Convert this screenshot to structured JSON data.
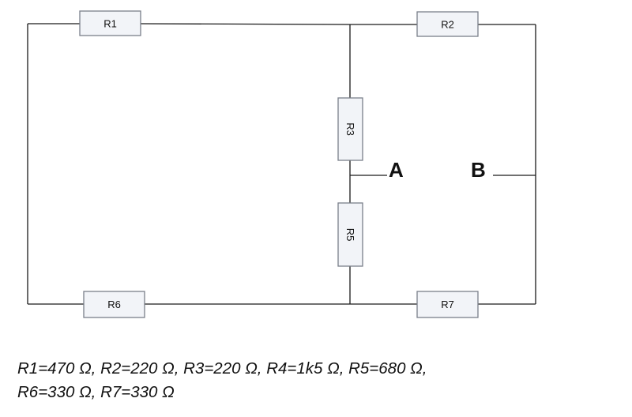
{
  "diagram": {
    "resistors": {
      "r1": "R1",
      "r2": "R2",
      "r3": "R3",
      "r5": "R5",
      "r6": "R6",
      "r7": "R7"
    },
    "nodes": {
      "a": "A",
      "b": "B"
    }
  },
  "values": {
    "line1": "R1=470 Ω, R2=220 Ω, R3=220 Ω, R4=1k5 Ω, R5=680 Ω,",
    "line2": "R6=330 Ω, R7=330 Ω"
  },
  "colors": {
    "wire": "#1a1a1a",
    "resistor_fill": "#f2f4f8",
    "resistor_border": "#7a7f8a"
  }
}
